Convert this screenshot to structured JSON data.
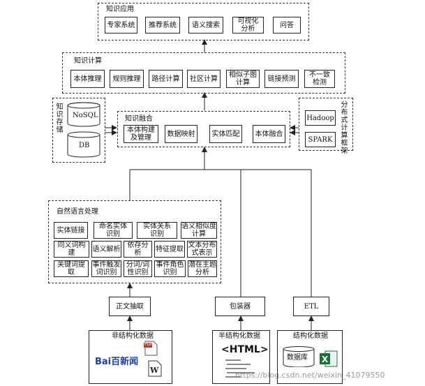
{
  "app": {
    "title": "知识应用",
    "items": [
      "专家系统",
      "推荐系统",
      "语义搜索",
      "可视化\n分析",
      "问答"
    ]
  },
  "compute": {
    "title": "知识计算",
    "items": [
      "本体推理",
      "规则推理",
      "路径计算",
      "社区计算",
      "相似子图\n计算",
      "链接预测",
      "不一致\n检测"
    ]
  },
  "storage": {
    "title": "知识存储",
    "items": [
      "NoSQL",
      "DB"
    ]
  },
  "fusion": {
    "title": "知识融合",
    "items": [
      "本体构建\n及管理",
      "数据映射",
      "实体匹配",
      "本体融合"
    ]
  },
  "distributed": {
    "title": "分布式计算框架",
    "items": [
      "Hadoop",
      "SPARK"
    ]
  },
  "nlp": {
    "title": "自然语言处理",
    "row1": [
      "实体链接",
      "命名实体\n识别",
      "实体关系\n识别",
      "语义相似度\n计算"
    ],
    "row2": [
      "同义词构建",
      "语义解析",
      "依存分析",
      "特征提取",
      "文本分布\n式表示"
    ],
    "row3": [
      "关键词提取",
      "事件触发\n词识别",
      "分词/词\n性识别",
      "事件角色\n识别",
      "潜在主题\n分析"
    ]
  },
  "extract": {
    "items": [
      "正文抽取",
      "包装器",
      "ETL"
    ]
  },
  "sources": {
    "unstructured": "非结构化数据",
    "semi": "半结构化数据",
    "structured": "结构化数据",
    "baidu_logo": "Bai百新闻",
    "html_tag": "<HTML>",
    "db_label": "数据库",
    "pdf_label": "PDF",
    "watermark": "https://blog.csdn.net/weixin_41079550"
  },
  "icons": [
    "baidu-news-logo",
    "pdf-file-icon",
    "word-file-icon",
    "html-page-icon",
    "database-icon",
    "excel-file-icon"
  ]
}
